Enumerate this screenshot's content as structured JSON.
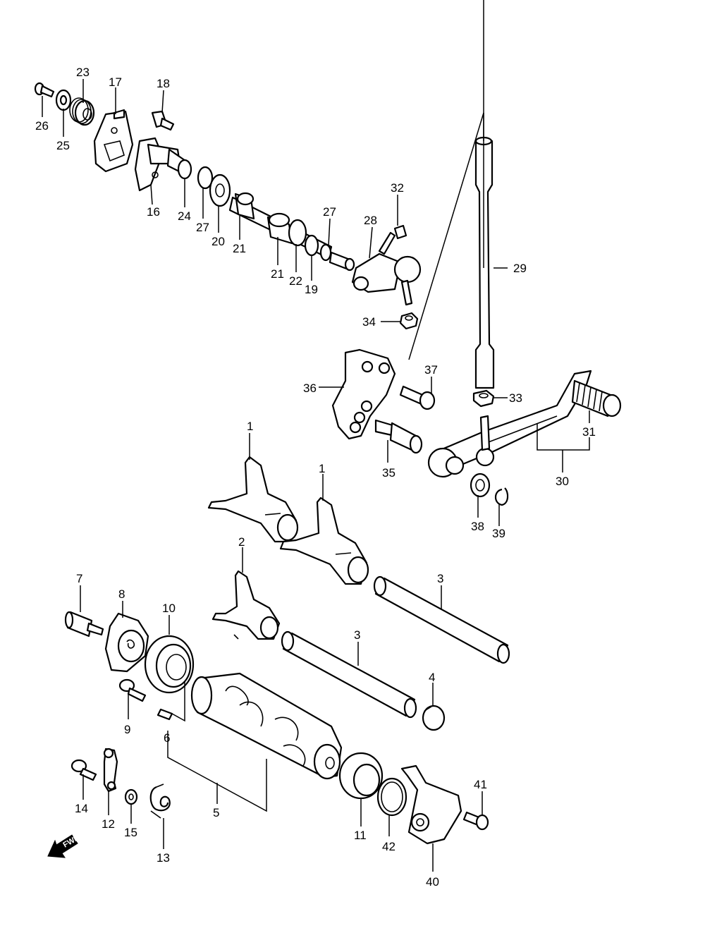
{
  "callouts": [
    "1",
    "1",
    "2",
    "3",
    "3",
    "4",
    "5",
    "6",
    "7",
    "8",
    "9",
    "10",
    "11",
    "12",
    "13",
    "14",
    "15",
    "16",
    "17",
    "18",
    "19",
    "20",
    "21",
    "21",
    "22",
    "23",
    "24",
    "25",
    "26",
    "27",
    "27",
    "28",
    "29",
    "30",
    "31",
    "32",
    "33",
    "34",
    "35",
    "36",
    "37",
    "38",
    "39",
    "40",
    "41",
    "42"
  ],
  "fwd_label": "FWD"
}
